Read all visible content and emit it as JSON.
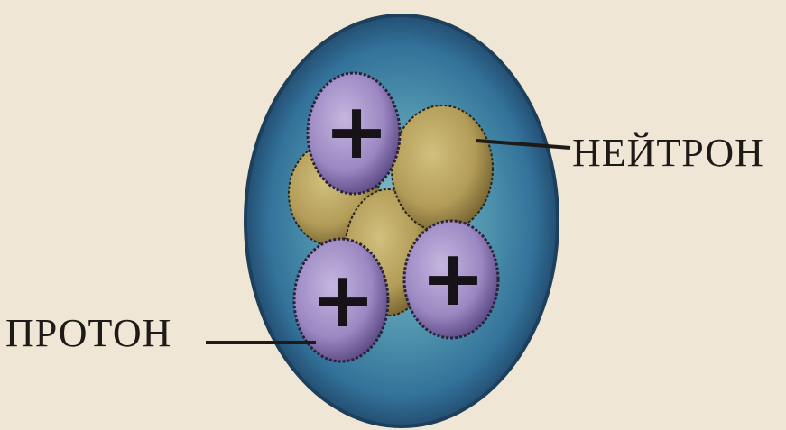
{
  "labels": {
    "neutron": "НЕЙТРОН",
    "proton": "ПРОТОН"
  },
  "particles": {
    "proton_symbol": "+",
    "proton_count": 3,
    "neutron_count": 3
  },
  "colors": {
    "background": "#efe6d5",
    "nucleus_outer": "#2f6f98",
    "nucleus_inner": "#4a93b0",
    "proton_fill": "#a08cc4",
    "neutron_fill": "#b8a25e",
    "outline": "#1e1a18"
  }
}
